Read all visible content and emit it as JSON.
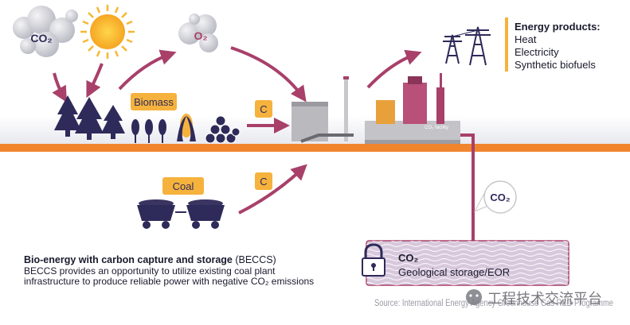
{
  "molecules": {
    "co2": "CO₂",
    "o2": "O₂"
  },
  "badges": {
    "biomass": "Biomass",
    "coal": "Coal",
    "carbon_top": "C",
    "carbon_bottom": "C"
  },
  "energy_products": {
    "title": "Energy products:",
    "items": [
      "Heat",
      "Electricity",
      "Synthetic biofuels"
    ]
  },
  "storage": {
    "title": "CO₂",
    "subtitle": "Geological storage/EOR",
    "flow_label": "CO₂"
  },
  "plant": {
    "facility_label": "CO₂ facility"
  },
  "caption": {
    "title_bold": "Bio-energy with carbon capture and storage",
    "title_suffix": " (BECCS)",
    "line1": "BECCS provides an opportunity to utilize existing coal plant",
    "line2": "infrastructure to produce reliable power with negative CO₂ emissions"
  },
  "source": "Source: International Energy Agency Greenhouse Gas R&D Programme",
  "watermark": "工程技术交流平台",
  "icons": [
    "co2-cloud-icon",
    "sun-icon",
    "o2-cloud-icon",
    "tree-icon",
    "wheat-icon",
    "corn-icon",
    "log-pile-icon",
    "power-pylon-icon",
    "mine-cart-icon",
    "lock-icon",
    "power-plant-icon",
    "wechat-icon"
  ],
  "colors": {
    "accent_orange": "#f5b23d",
    "ground_orange": "#f0852e",
    "arrow_magenta": "#a8406a",
    "navy": "#2e2a5a",
    "storage_fill": "#d8c8dc"
  }
}
